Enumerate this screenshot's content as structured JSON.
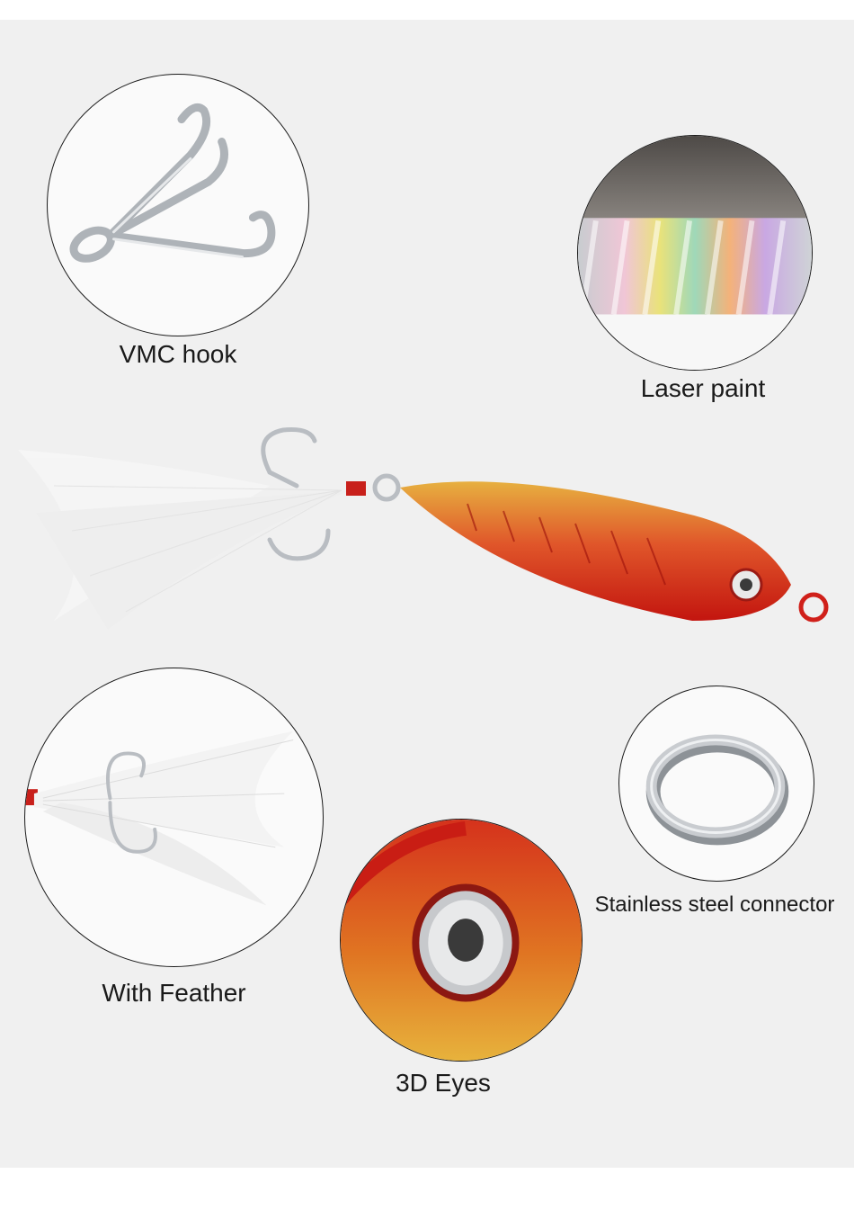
{
  "labels": {
    "vmc_hook": "VMC hook",
    "laser_paint": "Laser paint",
    "with_feather": "With Feather",
    "connector": "Stainless steel connector",
    "eyes": "3D Eyes"
  },
  "colors": {
    "panel_bg": "#f0f0f0",
    "lure_red": "#d8201a",
    "lure_gold": "#e3b23c",
    "hook_silver": "#b9bdc2"
  }
}
